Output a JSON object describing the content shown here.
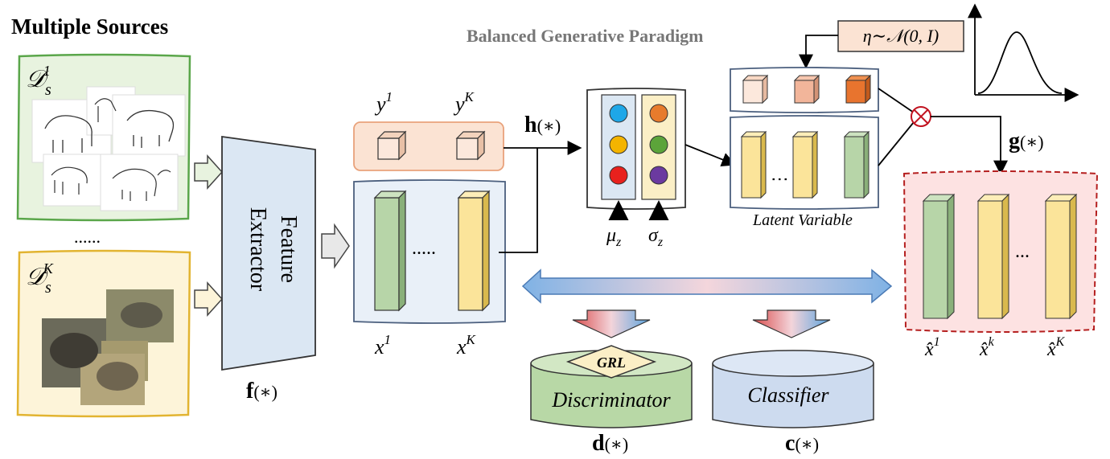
{
  "title": "Multiple Sources",
  "sources": {
    "first": {
      "label": "𝒟",
      "sub": "s",
      "sup": "1"
    },
    "dots": "......",
    "last": {
      "label": "𝒟",
      "sub": "s",
      "sup": "K"
    }
  },
  "feature_extractor": {
    "line1": "Feature",
    "line2": "Extractor",
    "fn": "f",
    "fn_arg": "(∗)"
  },
  "labels": {
    "y1": "y",
    "y1_sup": "1",
    "yK": "y",
    "yK_sup": "K",
    "x1": "x",
    "x1_sup": "1",
    "xK": "x",
    "xK_sup": "K",
    "dots": "....."
  },
  "h_fn": {
    "fn": "h",
    "arg": "(∗)"
  },
  "paradigm_title": "Balanced Generative Paradigm",
  "noise": "η∼𝒩(0, I)",
  "mu": "μ",
  "mu_sub": "z",
  "sigma": "σ",
  "sigma_sub": "z",
  "latent_label": "Latent Variable",
  "g_fn": {
    "fn": "g",
    "arg": "(∗)"
  },
  "recon": {
    "a": "x̂",
    "a_sup": "1",
    "b": "x̂",
    "b_sup": "k",
    "c": "x̂",
    "c_sup": "K",
    "dots": "..."
  },
  "grl": "GRL",
  "discriminator": {
    "label": "Discriminator",
    "fn": "d",
    "arg": "(∗)"
  },
  "classifier": {
    "label": "Classifier",
    "fn": "c",
    "arg": "(∗)"
  },
  "colors": {
    "green_border": "#5aa64a",
    "green_fill": "#e8f3df",
    "yellow_border": "#e2b431",
    "yellow_fill": "#fdf4d9",
    "extractor_fill": "#dbe7f3",
    "red_dash": "#b51f1f",
    "pink_fill": "#fde2e2",
    "orange_fill": "#fbe3d3",
    "blue_panel": "#e9f0f8"
  }
}
